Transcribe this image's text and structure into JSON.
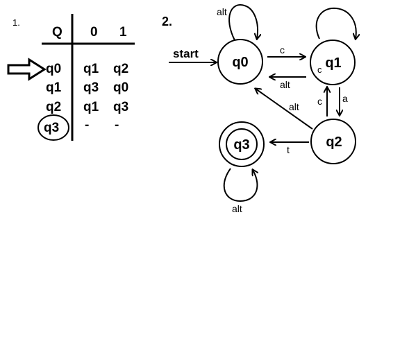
{
  "figure1": {
    "number": "1.",
    "header": {
      "state": "Q",
      "col0": "0",
      "col1": "1"
    },
    "rows": [
      {
        "state": "q0",
        "on0": "q1",
        "on1": "q2"
      },
      {
        "state": "q1",
        "on0": "q3",
        "on1": "q0"
      },
      {
        "state": "q2",
        "on0": "q1",
        "on1": "q3"
      },
      {
        "state": "q3",
        "on0": "-",
        "on1": "-"
      }
    ],
    "start_state": "q0",
    "accepting_state": "q3"
  },
  "figure2": {
    "number": "2.",
    "start_label": "start",
    "states": {
      "q0": "q0",
      "q1": "q1",
      "q2": "q2",
      "q3": "q3"
    },
    "edges": {
      "q0_loop": "alt",
      "q0_to_q1": "c",
      "q1_to_q0": "alt",
      "q1_inner": "c",
      "q1_to_q2": "a",
      "q2_to_q1": "c",
      "q2_to_q0": "alt",
      "q2_to_q3": "t",
      "q3_loop": "alt"
    },
    "accepting_state": "q3"
  }
}
